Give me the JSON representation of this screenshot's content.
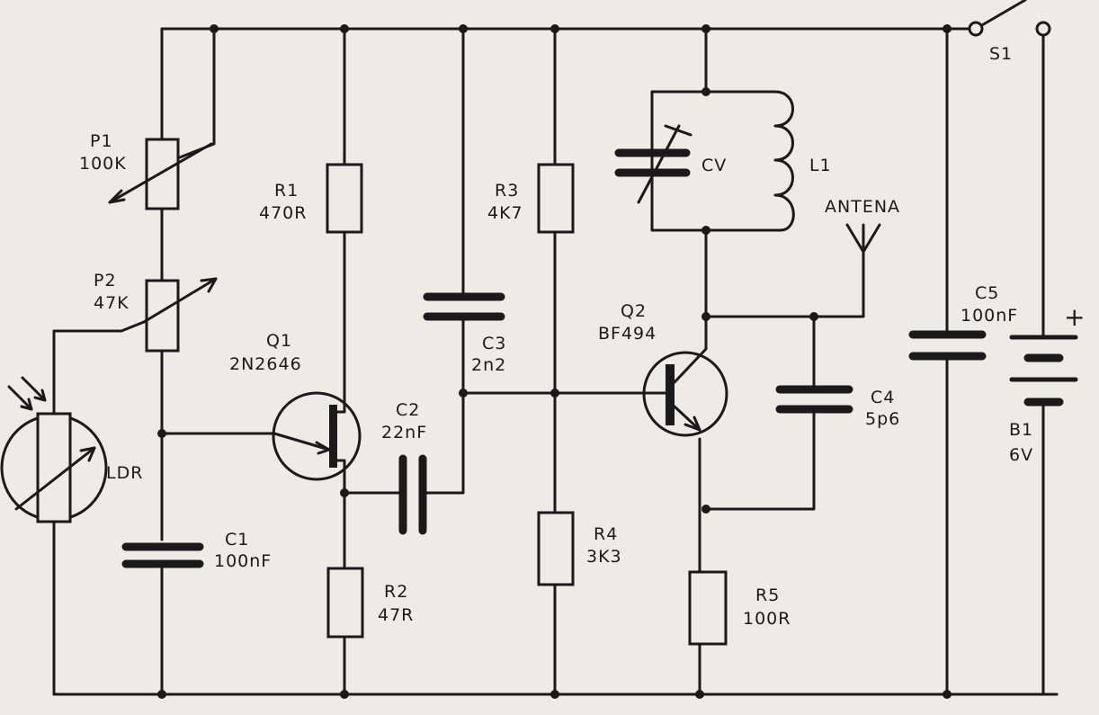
{
  "components": {
    "p1": {
      "ref": "P1",
      "value": "100K"
    },
    "p2": {
      "ref": "P2",
      "value": "47K"
    },
    "ldr": {
      "ref": "LDR"
    },
    "c1": {
      "ref": "C1",
      "value": "100nF"
    },
    "r1": {
      "ref": "R1",
      "value": "470R"
    },
    "q1": {
      "ref": "Q1",
      "value": "2N2646"
    },
    "r2": {
      "ref": "R2",
      "value": "47R"
    },
    "c2": {
      "ref": "C2",
      "value": "22nF"
    },
    "c3": {
      "ref": "C3",
      "value": "2n2"
    },
    "r3": {
      "ref": "R3",
      "value": "4K7"
    },
    "r4": {
      "ref": "R4",
      "value": "3K3"
    },
    "cv": {
      "ref": "CV"
    },
    "l1": {
      "ref": "L1"
    },
    "antenna": {
      "ref": "ANTENA"
    },
    "q2": {
      "ref": "Q2",
      "value": "BF494"
    },
    "c4": {
      "ref": "C4",
      "value": "5p6"
    },
    "r5": {
      "ref": "R5",
      "value": "100R"
    },
    "c5": {
      "ref": "C5",
      "value": "100nF"
    },
    "s1": {
      "ref": "S1"
    },
    "b1": {
      "ref": "B1",
      "value": "6V",
      "polarity": "+"
    }
  }
}
